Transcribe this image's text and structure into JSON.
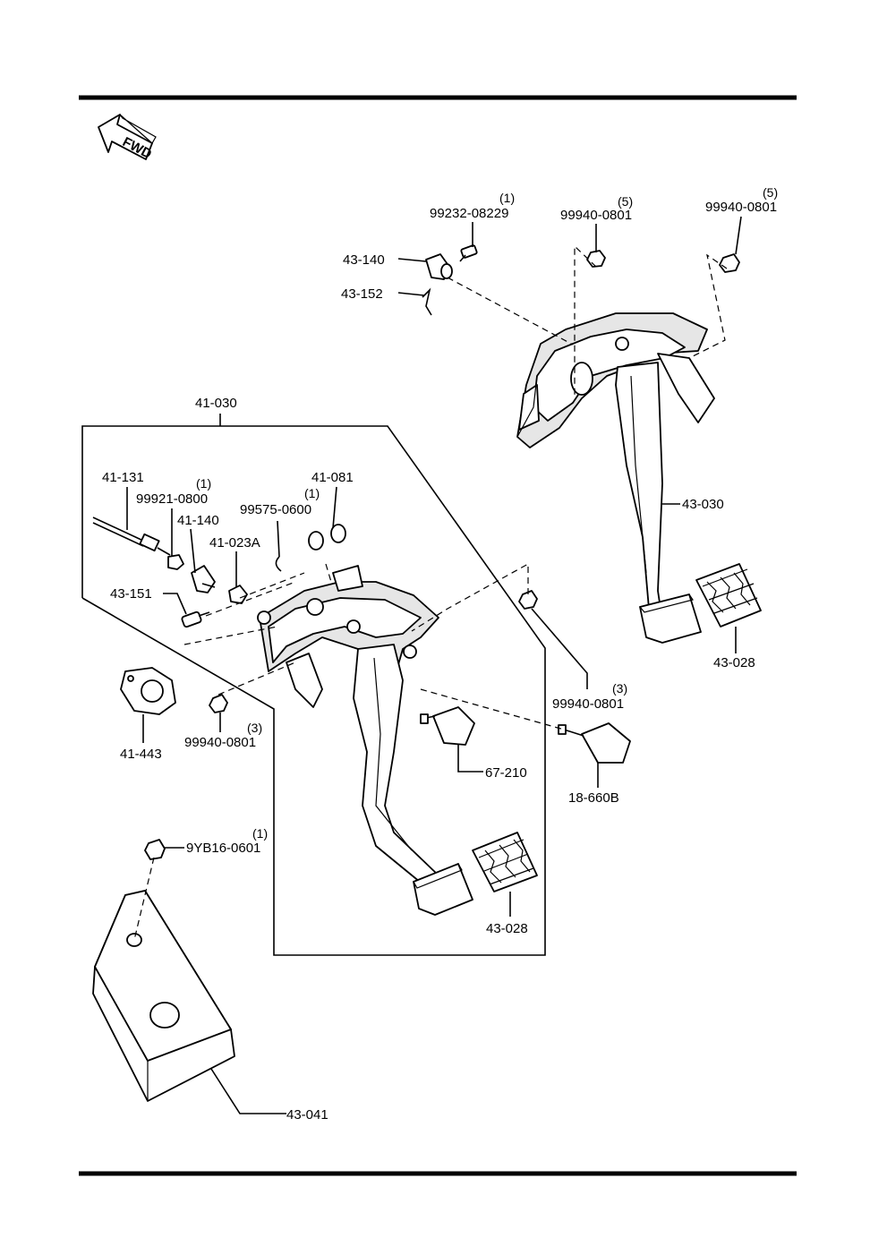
{
  "direction_label": "FWD",
  "callouts": [
    {
      "id": "99232-08229",
      "qty": "(1)"
    },
    {
      "id": "99940-0801",
      "qty": "(5)"
    },
    {
      "id": "99940-0801",
      "qty": "(5)"
    },
    {
      "id": "43-140",
      "qty": ""
    },
    {
      "id": "43-152",
      "qty": ""
    },
    {
      "id": "41-030",
      "qty": ""
    },
    {
      "id": "41-131",
      "qty": ""
    },
    {
      "id": "99921-0800",
      "qty": "(1)"
    },
    {
      "id": "41-140",
      "qty": ""
    },
    {
      "id": "41-023A",
      "qty": ""
    },
    {
      "id": "99575-0600",
      "qty": "(1)"
    },
    {
      "id": "41-081",
      "qty": ""
    },
    {
      "id": "43-151",
      "qty": ""
    },
    {
      "id": "43-030",
      "qty": ""
    },
    {
      "id": "43-028",
      "qty": ""
    },
    {
      "id": "99940-0801",
      "qty": "(3)"
    },
    {
      "id": "41-443",
      "qty": ""
    },
    {
      "id": "99940-0801",
      "qty": "(3)"
    },
    {
      "id": "67-210",
      "qty": ""
    },
    {
      "id": "18-660B",
      "qty": ""
    },
    {
      "id": "9YB16-0601",
      "qty": "(1)"
    },
    {
      "id": "43-028",
      "qty": ""
    },
    {
      "id": "43-041",
      "qty": ""
    }
  ]
}
